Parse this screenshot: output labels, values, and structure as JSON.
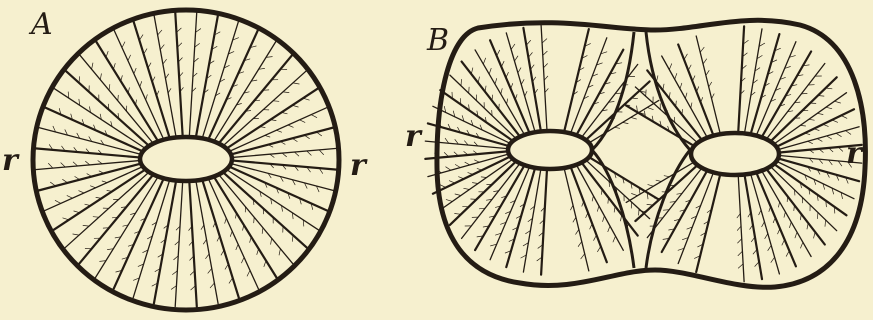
{
  "figure_a": {
    "label": "A",
    "ray_label_left": "r",
    "ray_label_right": "r"
  },
  "figure_b": {
    "label": "B",
    "ray_label_left": "r",
    "ray_label_right": "r"
  },
  "colors": {
    "paper": "#f6f0cf",
    "ink": "#241c14"
  }
}
